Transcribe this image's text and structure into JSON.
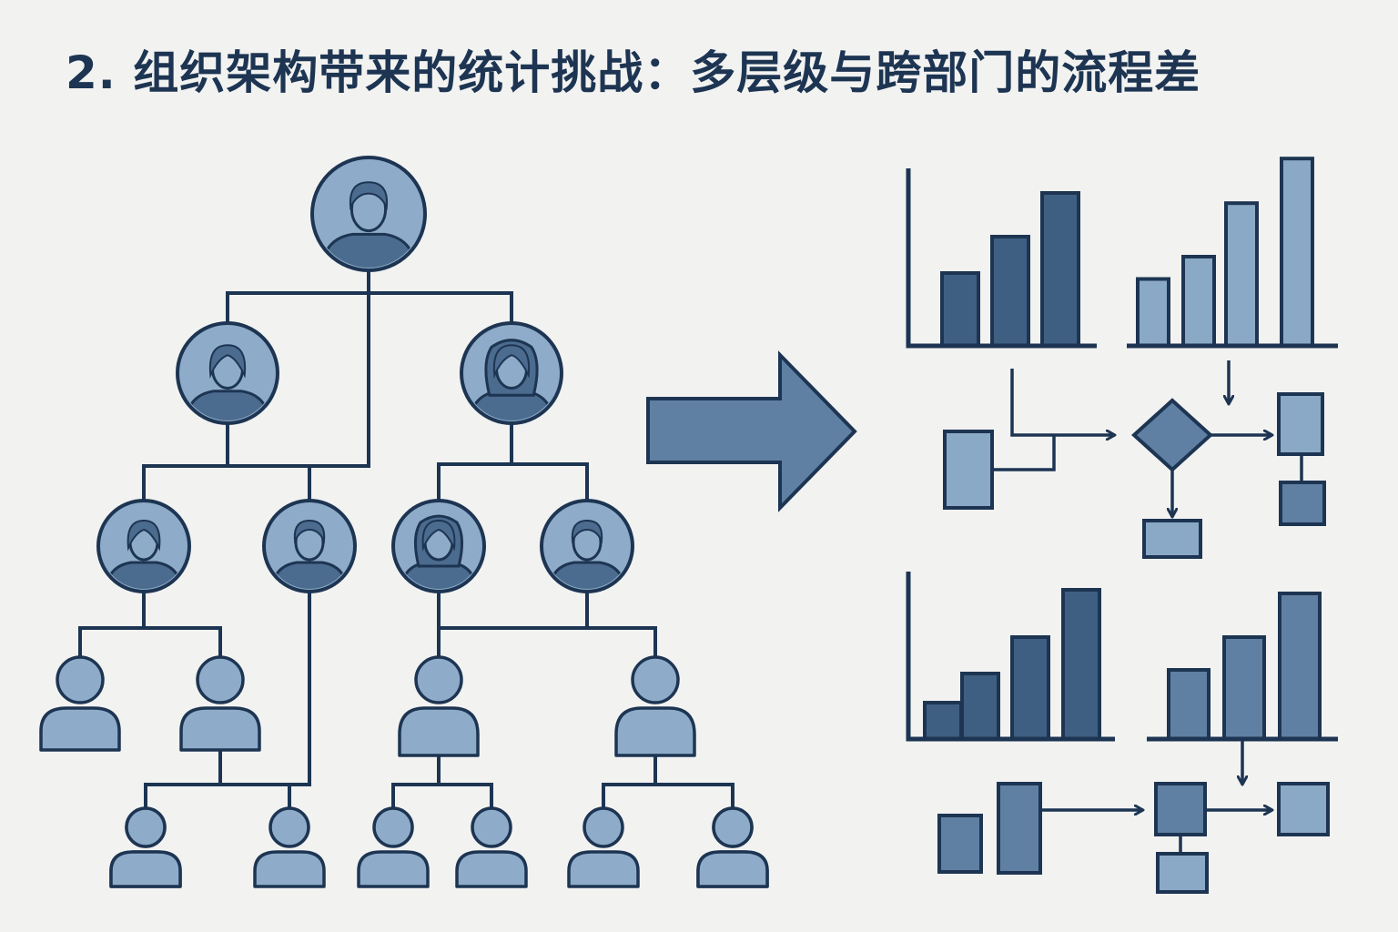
{
  "title": "2. 组织架构带来的统计挑战：多层级与跨部门的流程差",
  "colors": {
    "background": "#f2f2f1",
    "line": "#1d3552",
    "node_fill": "#8eacc9",
    "node_dark": "#4b6b8f",
    "bar_light": "#8aa9c6",
    "bar_mid": "#5f80a3",
    "bar_dark": "#3f5f82"
  },
  "org_chart": {
    "levels": [
      {
        "level": "executive",
        "count": 1,
        "icons": [
          "person-male-avatar-icon"
        ]
      },
      {
        "level": "managers",
        "count": 2,
        "icons": [
          "person-female-avatar-icon",
          "person-female-long-hair-avatar-icon"
        ]
      },
      {
        "level": "team-leads",
        "count": 4,
        "icons": [
          "person-female-avatar-icon",
          "person-male-avatar-icon",
          "person-female-long-hair-avatar-icon",
          "person-male-avatar-icon"
        ]
      },
      {
        "level": "staff",
        "count": 4,
        "icons": [
          "person-generic-icon"
        ]
      },
      {
        "level": "junior-staff",
        "count": 8,
        "icons": [
          "person-generic-icon"
        ]
      }
    ]
  },
  "transition_arrow": {
    "icon": "arrow-right-icon"
  },
  "department_panels": [
    {
      "id": "top-left-bar-chart",
      "type": "bar",
      "values": [
        2,
        3,
        4.2
      ],
      "shade": "dark"
    },
    {
      "id": "top-right-bar-chart",
      "type": "bar",
      "values": [
        1.5,
        2,
        3.2,
        4.2
      ],
      "shade": "light"
    },
    {
      "id": "top-flowchart",
      "type": "flowchart",
      "shapes": [
        "process-box",
        "decision-diamond",
        "process-box",
        "process-box",
        "process-box"
      ]
    },
    {
      "id": "bottom-left-bar-chart",
      "type": "bar",
      "values": [
        1,
        1.8,
        2.8,
        4.1
      ],
      "shade": "dark"
    },
    {
      "id": "bottom-right-bar-chart",
      "type": "bar",
      "values": [
        1.9,
        2.8,
        4.0
      ],
      "shade": "mid"
    },
    {
      "id": "bottom-flowchart",
      "type": "flowchart",
      "shapes": [
        "bar-box",
        "bar-box",
        "process-box",
        "process-box",
        "process-box"
      ]
    }
  ]
}
